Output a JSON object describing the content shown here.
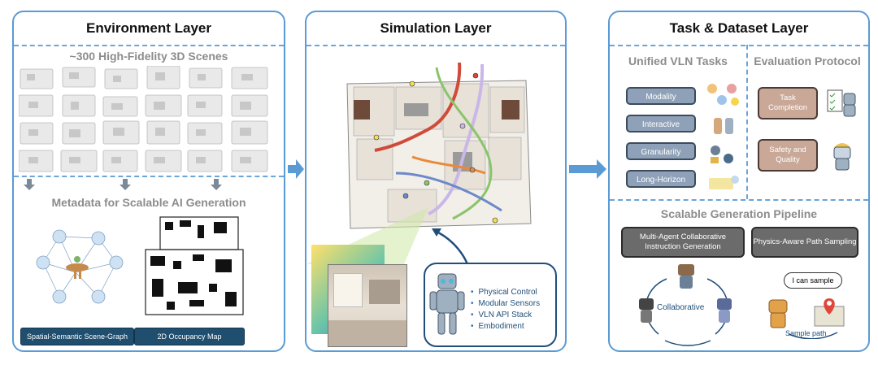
{
  "environment": {
    "title": "Environment Layer",
    "scenes_heading": "~300 High-Fidelity 3D Scenes",
    "metadata_heading": "Metadata for Scalable AI Generation",
    "scene_graph_label": "Spatial-Semantic Scene-Graph",
    "occupancy_label": "2D Occupancy Map"
  },
  "simulation": {
    "title": "Simulation Layer",
    "features": [
      "Physical Control",
      "Modular Sensors",
      "VLN API Stack",
      "Embodiment"
    ]
  },
  "task": {
    "title": "Task & Dataset Layer",
    "unified_heading": "Unified VLN Tasks",
    "tasks": [
      "Modality",
      "Interactive",
      "Granularity",
      "Long-Horizon"
    ],
    "eval_heading": "Evaluation Protocol",
    "eval_items": [
      "Task Completion",
      "Safety and Quality"
    ],
    "pipeline_heading": "Scalable Generation Pipeline",
    "pipeline_items": [
      "Multi-Agent Collaborative Instruction Generation",
      "Physics-Aware Path Sampling"
    ],
    "collaborative_label": "Collaborative",
    "speech_label": "I can sample",
    "sample_path_label": "Sample path"
  },
  "colors": {
    "frame": "#5b9bd5",
    "arrow": "#5b9bd5",
    "task_fill": "#8fa1b8",
    "eval_fill": "#c9a898",
    "pipeline_fill": "#6b6b6b",
    "dark_button": "#1f4e6e"
  }
}
